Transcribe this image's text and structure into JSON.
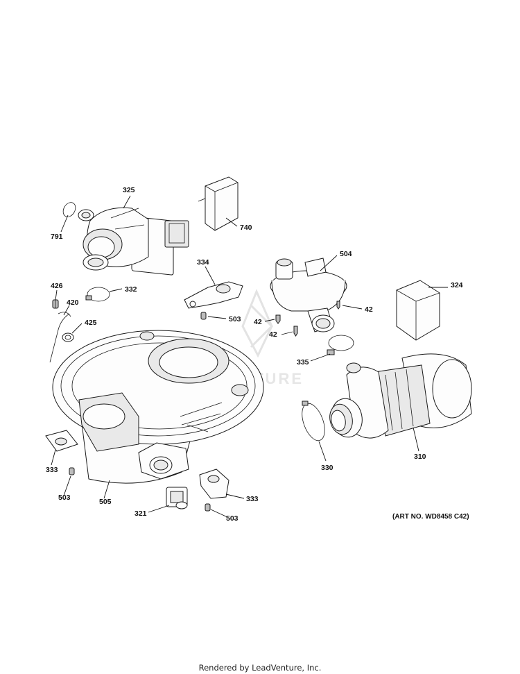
{
  "art_number": "(ART NO. WD8458 C42)",
  "footer": "Rendered by LeadVenture, Inc.",
  "watermark_text": "LEADVENTURE",
  "callouts": [
    {
      "id": "c325a",
      "text": "325"
    },
    {
      "id": "c791",
      "text": "791"
    },
    {
      "id": "c740",
      "text": "740"
    },
    {
      "id": "c334",
      "text": "334"
    },
    {
      "id": "c504",
      "text": "504"
    },
    {
      "id": "c426",
      "text": "426"
    },
    {
      "id": "c332",
      "text": "332"
    },
    {
      "id": "c324",
      "text": "324"
    },
    {
      "id": "c420",
      "text": "420"
    },
    {
      "id": "c42a",
      "text": "42"
    },
    {
      "id": "c42b",
      "text": "42"
    },
    {
      "id": "c425",
      "text": "425"
    },
    {
      "id": "c503a",
      "text": "503"
    },
    {
      "id": "c42c",
      "text": "42"
    },
    {
      "id": "c335",
      "text": "335"
    },
    {
      "id": "c333a",
      "text": "333"
    },
    {
      "id": "c330",
      "text": "330"
    },
    {
      "id": "c310",
      "text": "310"
    },
    {
      "id": "c503b",
      "text": "503"
    },
    {
      "id": "c505",
      "text": "505"
    },
    {
      "id": "c333b",
      "text": "333"
    },
    {
      "id": "c321",
      "text": "321"
    },
    {
      "id": "c503c",
      "text": "503"
    }
  ]
}
